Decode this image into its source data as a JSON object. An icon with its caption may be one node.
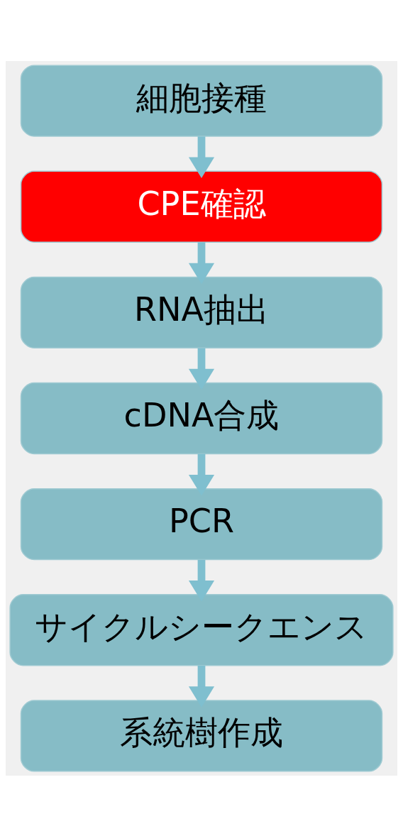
{
  "diagram": {
    "nodes": [
      {
        "text": [
          "細胞接種"
        ]
      },
      {
        "text": [
          "CPE確認"
        ]
      },
      {
        "text": [
          "RNA抽出"
        ]
      },
      {
        "text": [
          "cDNA合成"
        ]
      },
      {
        "text": [
          "PCR"
        ]
      },
      {
        "text": [
          "サイクルシークエンス"
        ]
      },
      {
        "text": [
          "系統樹作成"
        ]
      }
    ],
    "edges": [
      {
        "from": 0,
        "to": 1,
        "arrow": "to"
      },
      {
        "from": 1,
        "to": 2,
        "arrow": "to"
      },
      {
        "from": 2,
        "to": 3,
        "arrow": "to"
      },
      {
        "from": 3,
        "to": 4,
        "arrow": "to"
      },
      {
        "from": 4,
        "to": 5,
        "arrow": "to"
      },
      {
        "from": 5,
        "to": 6,
        "arrow": "to"
      }
    ]
  }
}
